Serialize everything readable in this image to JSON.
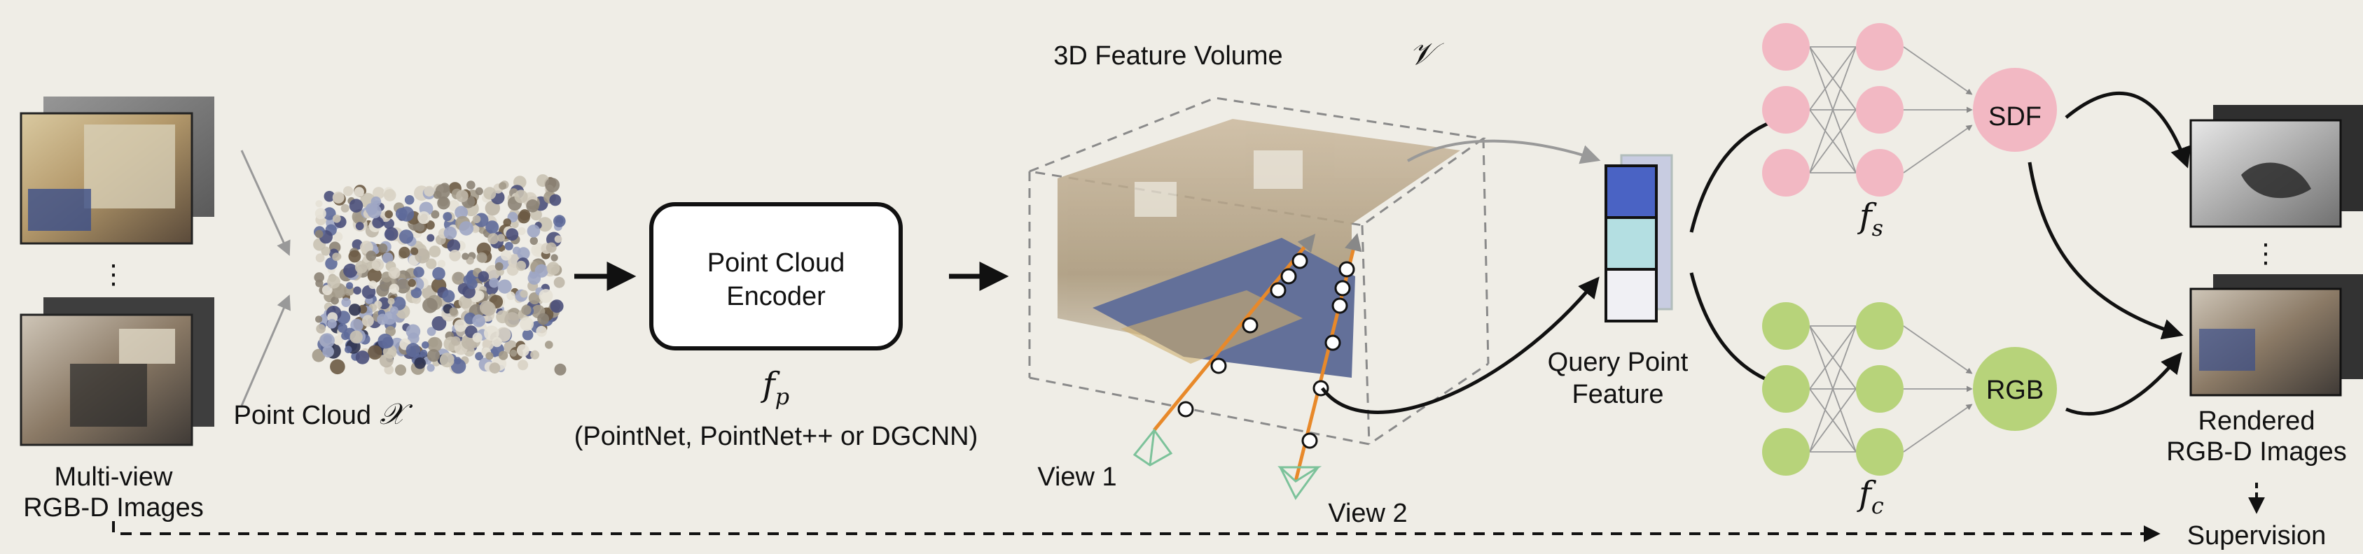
{
  "diagram": {
    "input": {
      "label_line1": "Multi-view",
      "label_line2": "RGB-D Images",
      "ellipsis": "⋮"
    },
    "point_cloud": {
      "label": "Point Cloud",
      "symbol": "𝒳"
    },
    "encoder": {
      "box_line1": "Point Cloud",
      "box_line2": "Encoder",
      "symbol": "f",
      "symbol_sub": "p",
      "note": "(PointNet, PointNet++ or DGCNN)"
    },
    "volume": {
      "title": "3D Feature Volume",
      "symbol": "𝒱",
      "view1_label": "View 1",
      "view2_label": "View 2"
    },
    "query": {
      "label_line1": "Query Point",
      "label_line2": "Feature",
      "cell_colors": [
        "#4a63c4",
        "#b4dfe2",
        "#f0f0f4"
      ]
    },
    "sdf_branch": {
      "node_label": "SDF",
      "symbol": "f",
      "symbol_sub": "s",
      "color": "#f2b8c3"
    },
    "rgb_branch": {
      "node_label": "RGB",
      "symbol": "f",
      "symbol_sub": "c",
      "color": "#b7d37a"
    },
    "output": {
      "label_line1": "Rendered",
      "label_line2": "RGB-D Images",
      "ellipsis": "⋮",
      "supervision": "Supervision"
    },
    "ray_color": "#e8892a",
    "camera_color": "#7cc29a"
  }
}
